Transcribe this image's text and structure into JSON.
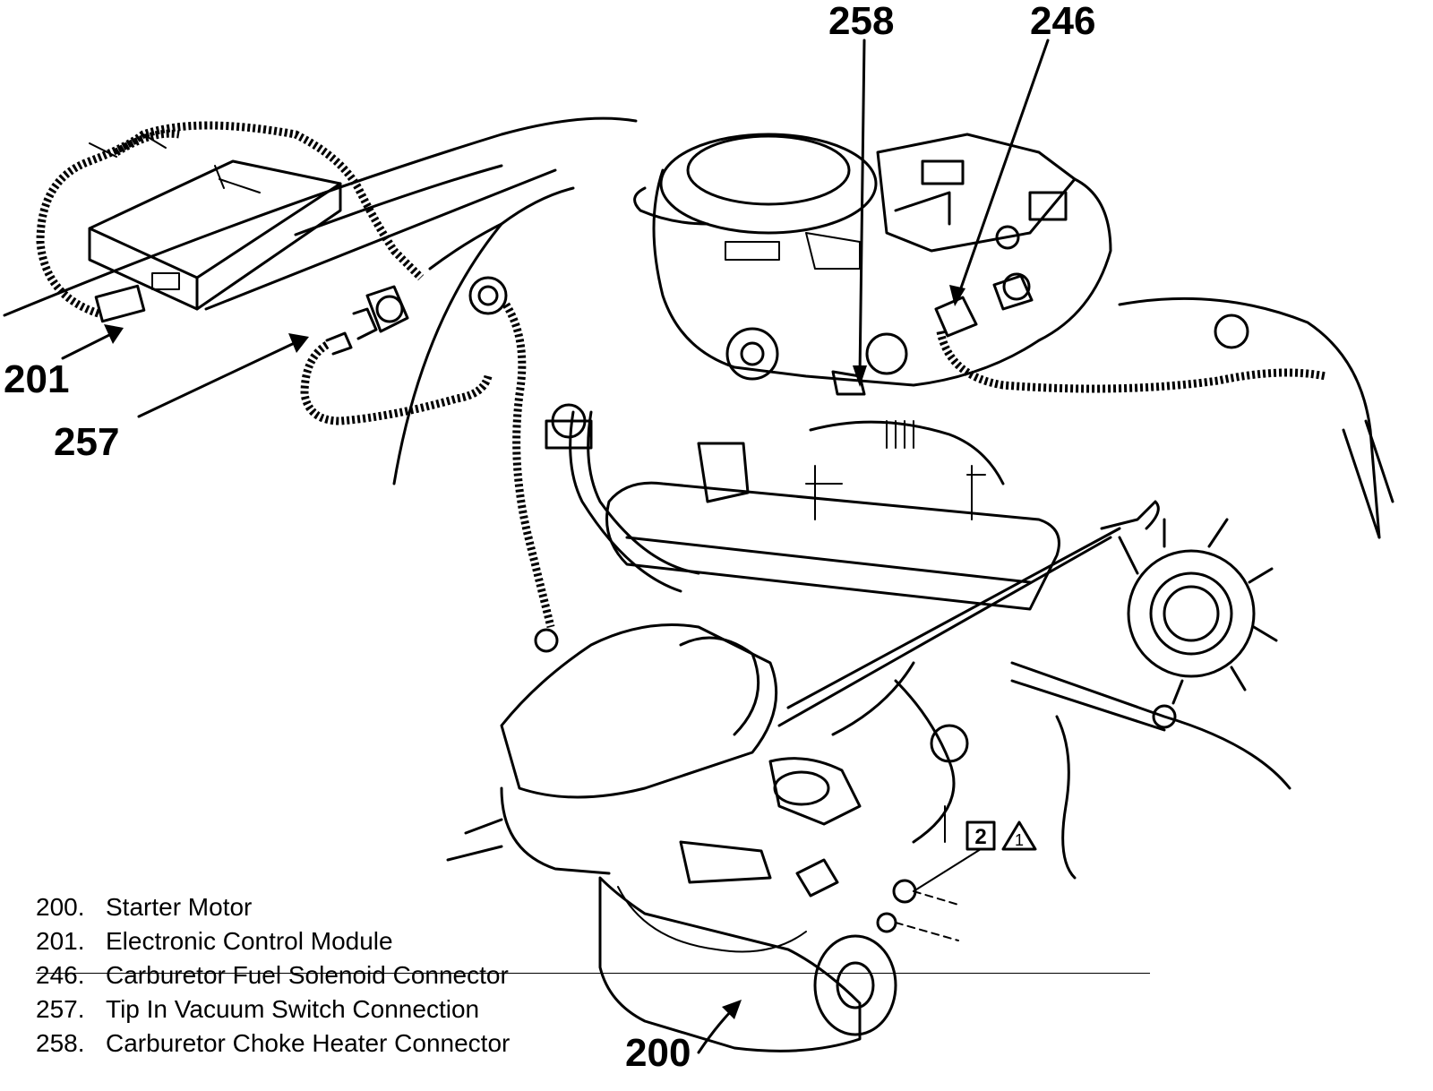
{
  "callouts": {
    "c200": "200",
    "c201": "201",
    "c246": "246",
    "c257": "257",
    "c258": "258"
  },
  "badges": {
    "box": "2",
    "triangle": "1"
  },
  "legend": [
    {
      "num": "200.",
      "text": "Starter Motor"
    },
    {
      "num": "201.",
      "text": "Electronic Control Module"
    },
    {
      "num": "246.",
      "text": "Carburetor Fuel Solenoid Connector"
    },
    {
      "num": "257.",
      "text": "Tip In Vacuum Switch Connection"
    },
    {
      "num": "258.",
      "text": "Carburetor Choke Heater Connector"
    }
  ]
}
